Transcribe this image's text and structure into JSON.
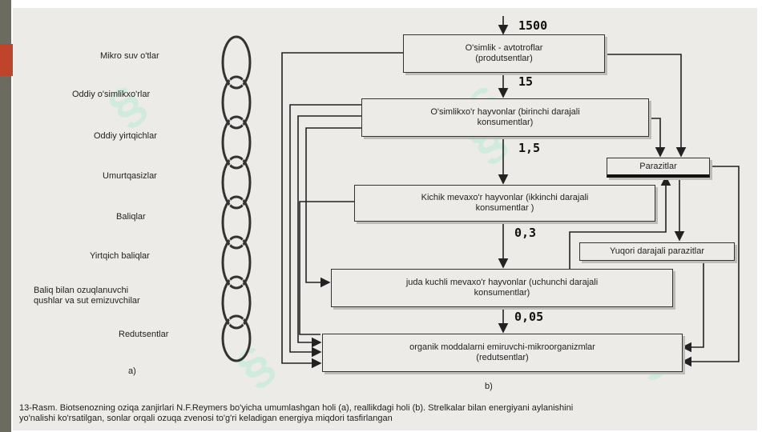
{
  "chain": {
    "labels": [
      "Mikro suv o'tlar",
      "Oddiy o'simlikxo'rlar",
      "Oddiy yirtqichlar",
      "Umurtqasizlar",
      "Baliqlar",
      "Yirtqich baliqlar",
      "Baliq bilan ozuqlanuvchi",
      "qushlar va sut emizuvchilar",
      "Redutsentlar"
    ],
    "panel_label": "a)"
  },
  "flow": {
    "producers": [
      "O'simlik - avtotroflar",
      "(produtsentlar)"
    ],
    "herbivores": [
      "O'simlikxo'r hayvonlar (birinchi darajali",
      "konsumentlar)"
    ],
    "small_predators": [
      "Kichik mevaxo'r hayvonlar (ikkinchi darajali",
      "konsumentlar )"
    ],
    "top_predators": [
      "juda kuchli mevaxo'r hayvonlar (uchunchi darajali",
      "konsumentlar)"
    ],
    "decomposers": [
      "organik moddalarni emiruvchi-mikroorganizmlar",
      "(redutsentlar)"
    ],
    "parasites": "Parazitlar",
    "higher_parasites": "Yuqori darajali parazitlar",
    "energy": [
      "1500",
      "15",
      "1,5",
      "0,3",
      "0,05"
    ],
    "panel_label": "b)"
  },
  "caption": [
    "13-Rasm. Biotsenozning oziqa zanjirlari N.F.Reymers bo'yicha umumlashgan holi (a), reallikdagi holi (b). Strelkalar bilan energiyani aylanishini",
    "yo'nalishi ko'rsatilgan, sonlar orqali ozuqa zvenosi to'g'ri keladigan energiya miqdori tasfirlangan"
  ]
}
